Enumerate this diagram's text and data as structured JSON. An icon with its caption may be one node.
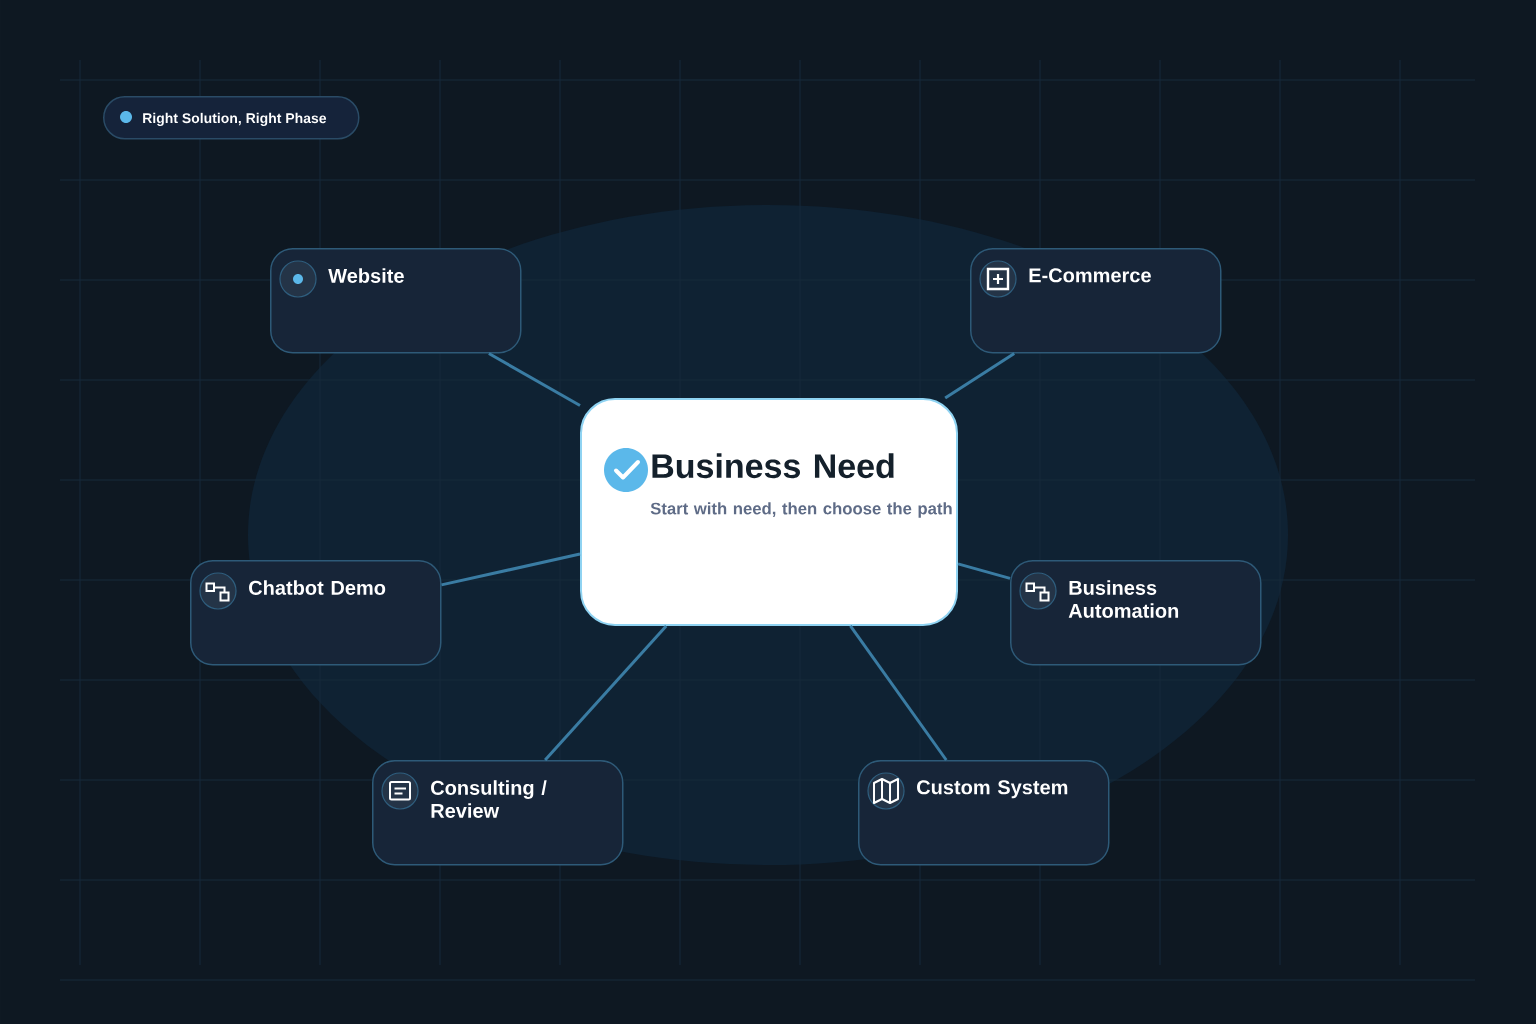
{
  "diagram": {
    "nodes": [
      {
        "text": [
          "Right Solution, Right Phase"
        ]
      },
      {
        "text": [
          "Website"
        ]
      },
      {
        "text": [
          "E-Commerce"
        ]
      },
      {
        "text": [
          "Business Need",
          "Start with need, then choose the path"
        ]
      },
      {
        "text": [
          "Chatbot Demo"
        ]
      },
      {
        "text": [
          "Business Automation"
        ]
      },
      {
        "text": [
          "Consulting / Review"
        ]
      },
      {
        "text": [
          "Custom System"
        ]
      }
    ],
    "edges": [
      {
        "from": 3,
        "to": 1,
        "arrow": "none"
      },
      {
        "from": 3,
        "to": 2,
        "arrow": "none"
      },
      {
        "from": 3,
        "to": 4,
        "arrow": "none"
      },
      {
        "from": 3,
        "to": 5,
        "arrow": "none"
      },
      {
        "from": 3,
        "to": 6,
        "arrow": "none"
      },
      {
        "from": 3,
        "to": 7,
        "arrow": "none"
      }
    ]
  }
}
